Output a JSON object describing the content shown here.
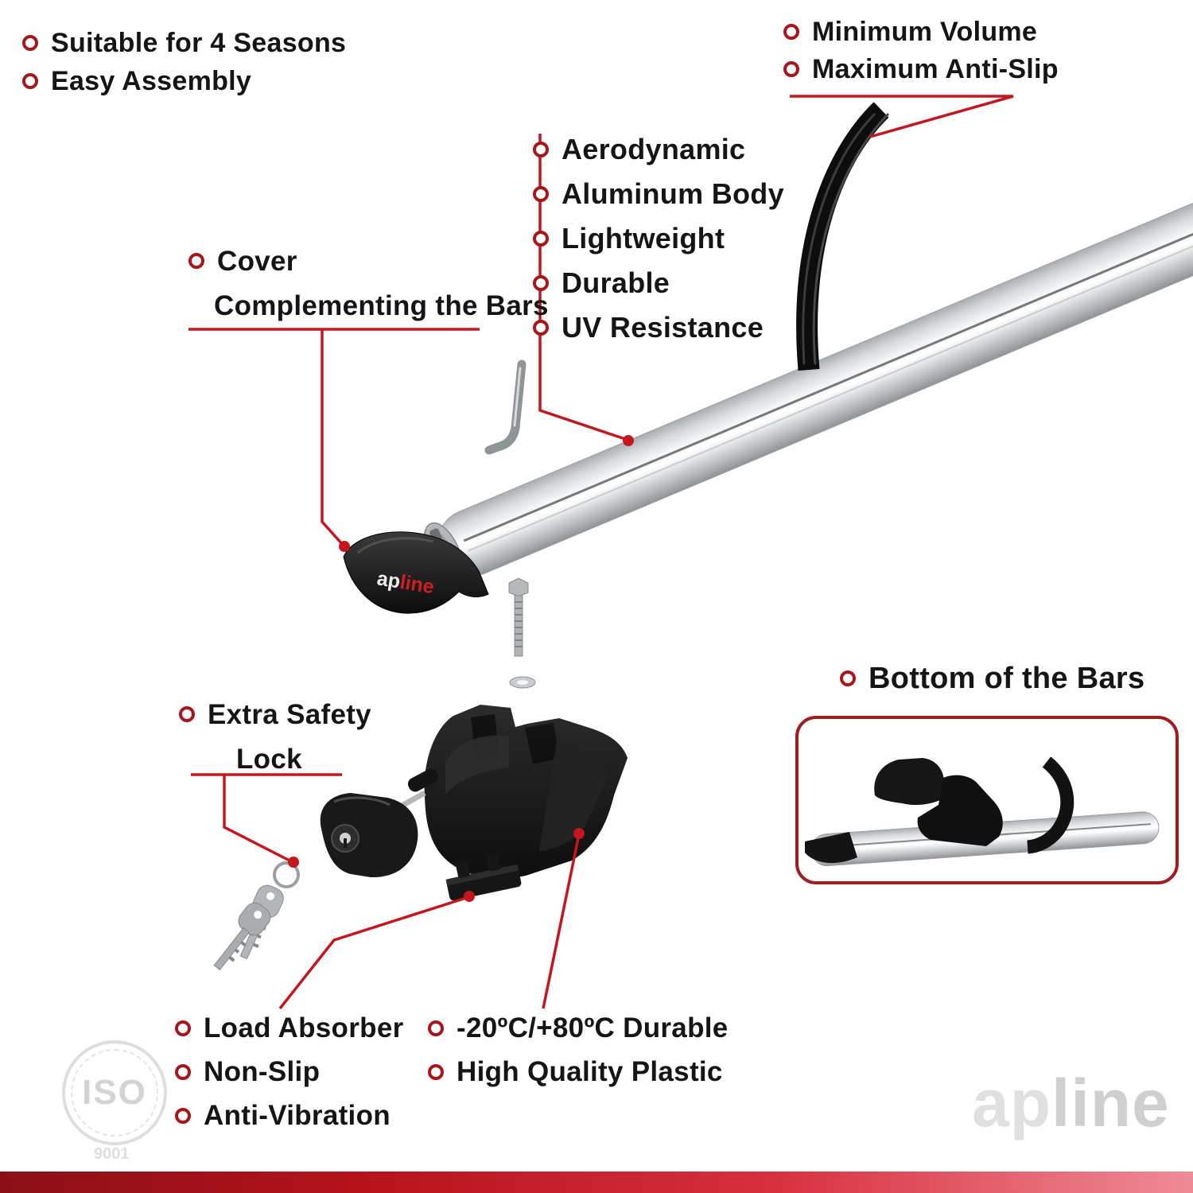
{
  "accent": "#c4161c",
  "labels": {
    "top_left": [
      "Suitable for 4 Seasons",
      "Easy Assembly"
    ],
    "top_right": [
      "Minimum Volume",
      "Maximum Anti-Slip"
    ],
    "features": [
      "Aerodynamic",
      "Aluminum Body",
      "Lightweight",
      "Durable",
      "UV Resistance"
    ],
    "cover": [
      "Cover",
      "Complementing the Bars"
    ],
    "safety": [
      "Extra Safety",
      "Lock"
    ],
    "bottom_bars": "Bottom of the Bars",
    "bottom_left": [
      "Load Absorber",
      "Non-Slip",
      "Anti-Vibration"
    ],
    "bottom_mid": [
      "-20ºC/+80ºC Durable",
      "High Quality Plastic"
    ]
  },
  "brand": {
    "cover_part1": "ap",
    "cover_part2": "line"
  },
  "watermarks": {
    "iso": "ISO",
    "iso_number": "9001",
    "brand_part1": "ap",
    "brand_part2": "line"
  }
}
